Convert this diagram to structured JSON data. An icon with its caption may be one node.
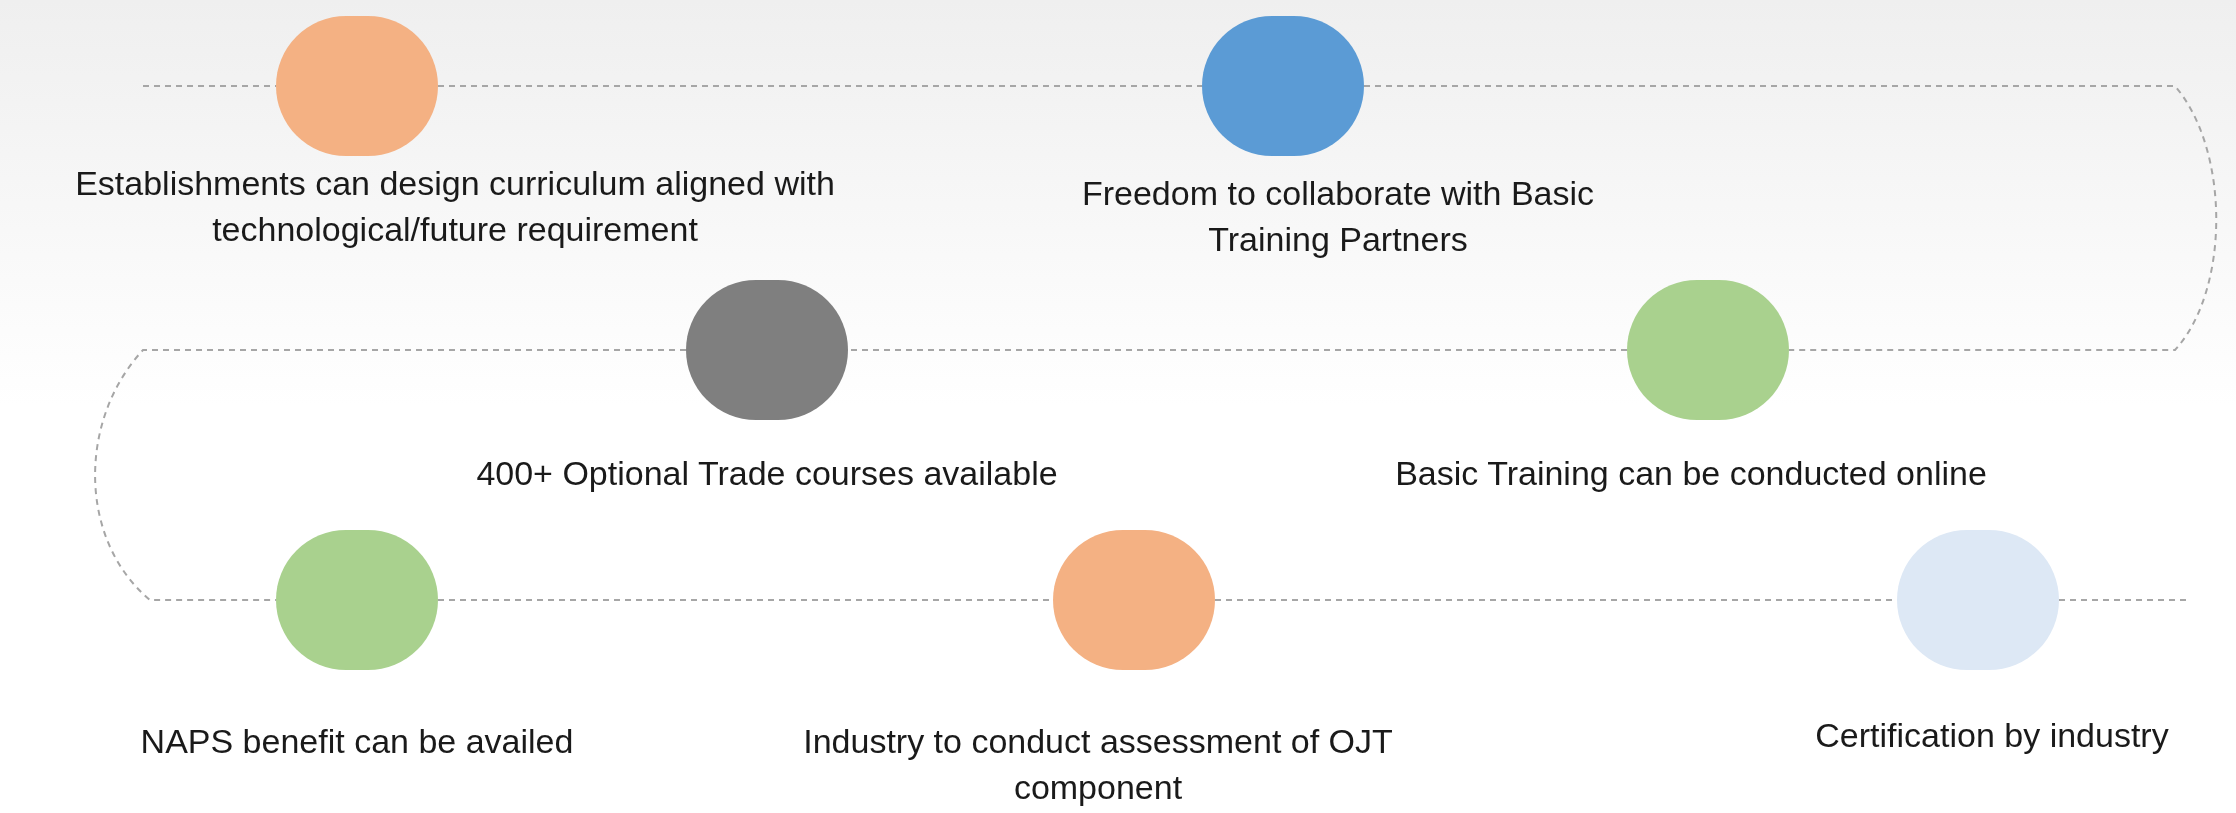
{
  "diagram": {
    "nodes": [
      {
        "text": [
          "Establishments can design curriculum aligned with technological/future requirement"
        ]
      },
      {
        "text": [
          "Freedom to collaborate with Basic Training Partners"
        ]
      },
      {
        "text": [
          "400+ Optional Trade courses available"
        ]
      },
      {
        "text": [
          "Basic Training can be conducted online"
        ]
      },
      {
        "text": [
          "NAPS benefit can be availed"
        ]
      },
      {
        "text": [
          "Industry to conduct assessment of OJT component"
        ]
      },
      {
        "text": [
          "Certification by industry"
        ]
      }
    ],
    "edges": [
      {
        "from": 0,
        "to": 1,
        "arrow": "none",
        "style": "dashed"
      },
      {
        "from": 1,
        "to": 3,
        "arrow": "none",
        "style": "dashed"
      },
      {
        "from": 3,
        "to": 2,
        "arrow": "none",
        "style": "dashed"
      },
      {
        "from": 2,
        "to": 4,
        "arrow": "none",
        "style": "dashed"
      },
      {
        "from": 4,
        "to": 5,
        "arrow": "none",
        "style": "dashed"
      },
      {
        "from": 5,
        "to": 6,
        "arrow": "none",
        "style": "dashed"
      }
    ]
  }
}
